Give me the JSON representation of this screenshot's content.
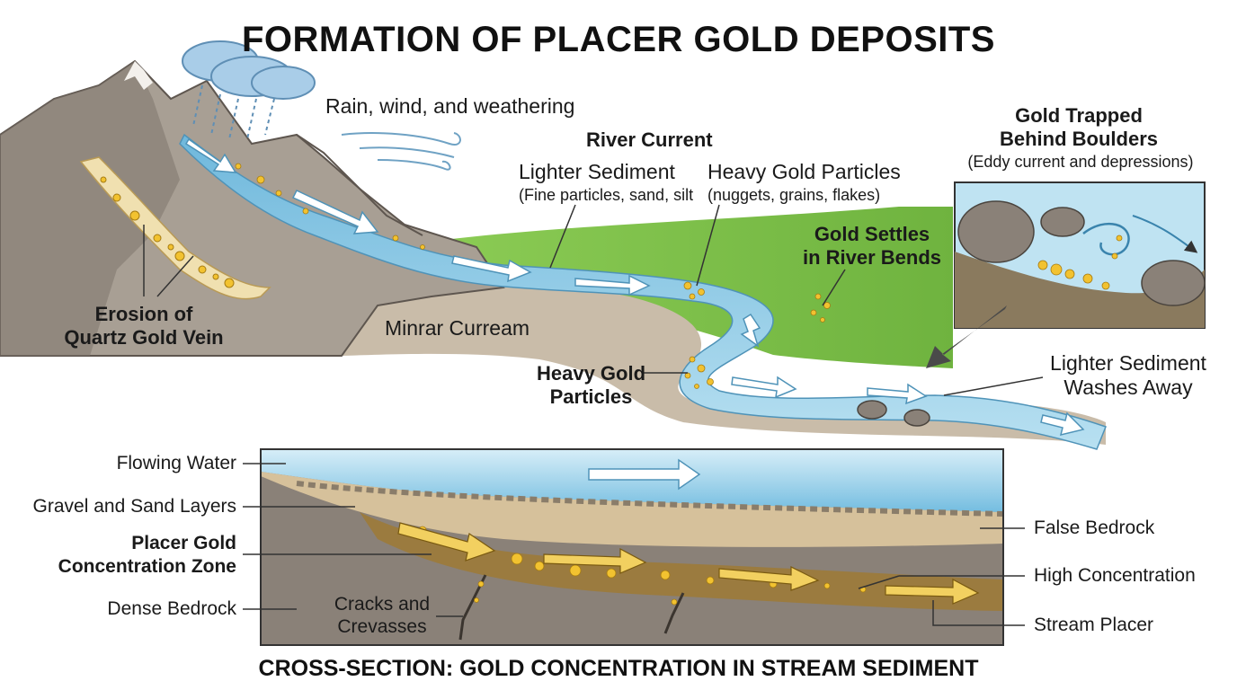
{
  "title": "FORMATION OF PLACER GOLD DEPOSITS",
  "labels": {
    "weathering": "Rain, wind, and weathering",
    "river_current": "River Current",
    "lighter_sediment": "Lighter Sediment",
    "lighter_sediment_note": "(Fine particles, sand, silt",
    "heavy_gold_particles_top": "Heavy Gold Particles",
    "heavy_gold_particles_note": "(nuggets, grains, flakes)",
    "gold_settles_line1": "Gold Settles",
    "gold_settles_line2": "in River Bends",
    "gold_trapped_line1": "Gold Trapped",
    "gold_trapped_line2": "Behind Boulders",
    "gold_trapped_note": "(Eddy current and depressions)",
    "erosion_line1": "Erosion of",
    "erosion_line2": "Quartz Gold Vein",
    "minor_stream": "Minrar Curream",
    "heavy_gold_line1": "Heavy Gold",
    "heavy_gold_line2": "Particles",
    "washes_line1": "Lighter Sediment",
    "washes_line2": "Washes Away"
  },
  "cross_section": {
    "title": "CROSS-SECTION: GOLD CONCENTRATION IN STREAM SEDIMENT",
    "flowing_water": "Flowing Water",
    "gravel_sand": "Gravel and Sand Layers",
    "placer_zone_line1": "Placer Gold",
    "placer_zone_line2": "Concentration Zone",
    "dense_bedrock": "Dense Bedrock",
    "cracks_line1": "Cracks and",
    "cracks_line2": "Crevasses",
    "false_bedrock": "False Bedrock",
    "high_concentration": "High Concentration",
    "stream_placer": "Stream Placer"
  },
  "colors": {
    "mountain": "#a89f94",
    "mountain_dark": "#7d746b",
    "water": "#7cc1e0",
    "water_light": "#bfe3f2",
    "grass": "#7fbf4d",
    "gold": "#f2c230",
    "sediment": "#c9a26a",
    "bedrock": "#8a8178"
  }
}
